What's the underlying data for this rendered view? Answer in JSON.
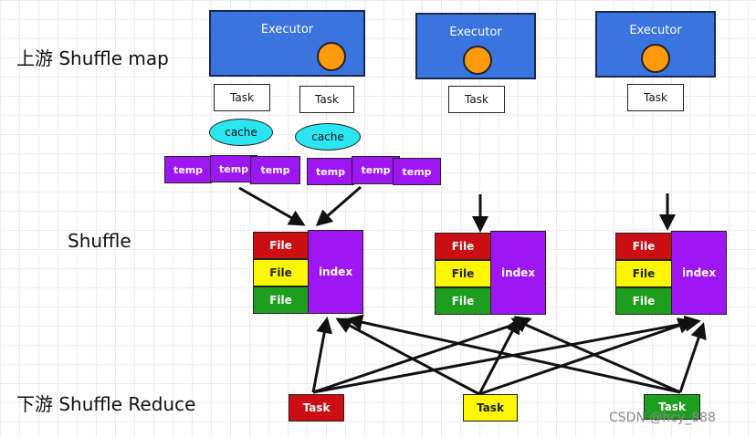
{
  "labels": {
    "upstream": "上游 Shuffle map",
    "shuffle": "Shuffle",
    "downstream": "下游 Shuffle Reduce"
  },
  "executors": [
    {
      "label": "Executor"
    },
    {
      "label": "Executor"
    },
    {
      "label": "Executor"
    }
  ],
  "map_tasks": [
    "Task",
    "Task",
    "Task",
    "Task"
  ],
  "caches": [
    "cache",
    "cache"
  ],
  "temps": [
    "temp",
    "temp",
    "temp",
    "temp",
    "temp",
    "temp"
  ],
  "shuffle_groups": [
    {
      "files": [
        "File",
        "File",
        "File"
      ],
      "index": "index"
    },
    {
      "files": [
        "File",
        "File",
        "File"
      ],
      "index": "index"
    },
    {
      "files": [
        "File",
        "File",
        "File"
      ],
      "index": "index"
    }
  ],
  "reduce_tasks": [
    {
      "label": "Task",
      "color": "#cc0d12"
    },
    {
      "label": "Task",
      "color": "#fcf700"
    },
    {
      "label": "Task",
      "color": "#1e9e1e"
    }
  ],
  "watermark": "CSDN @hcy_888",
  "colors": {
    "executor": "#3a74e0",
    "cache": "#2ae6f0",
    "temp": "#9e16f2",
    "file_red": "#cc0d12",
    "file_yellow": "#fcf700",
    "file_green": "#1e9e1e",
    "core": "#ff9a0e"
  }
}
